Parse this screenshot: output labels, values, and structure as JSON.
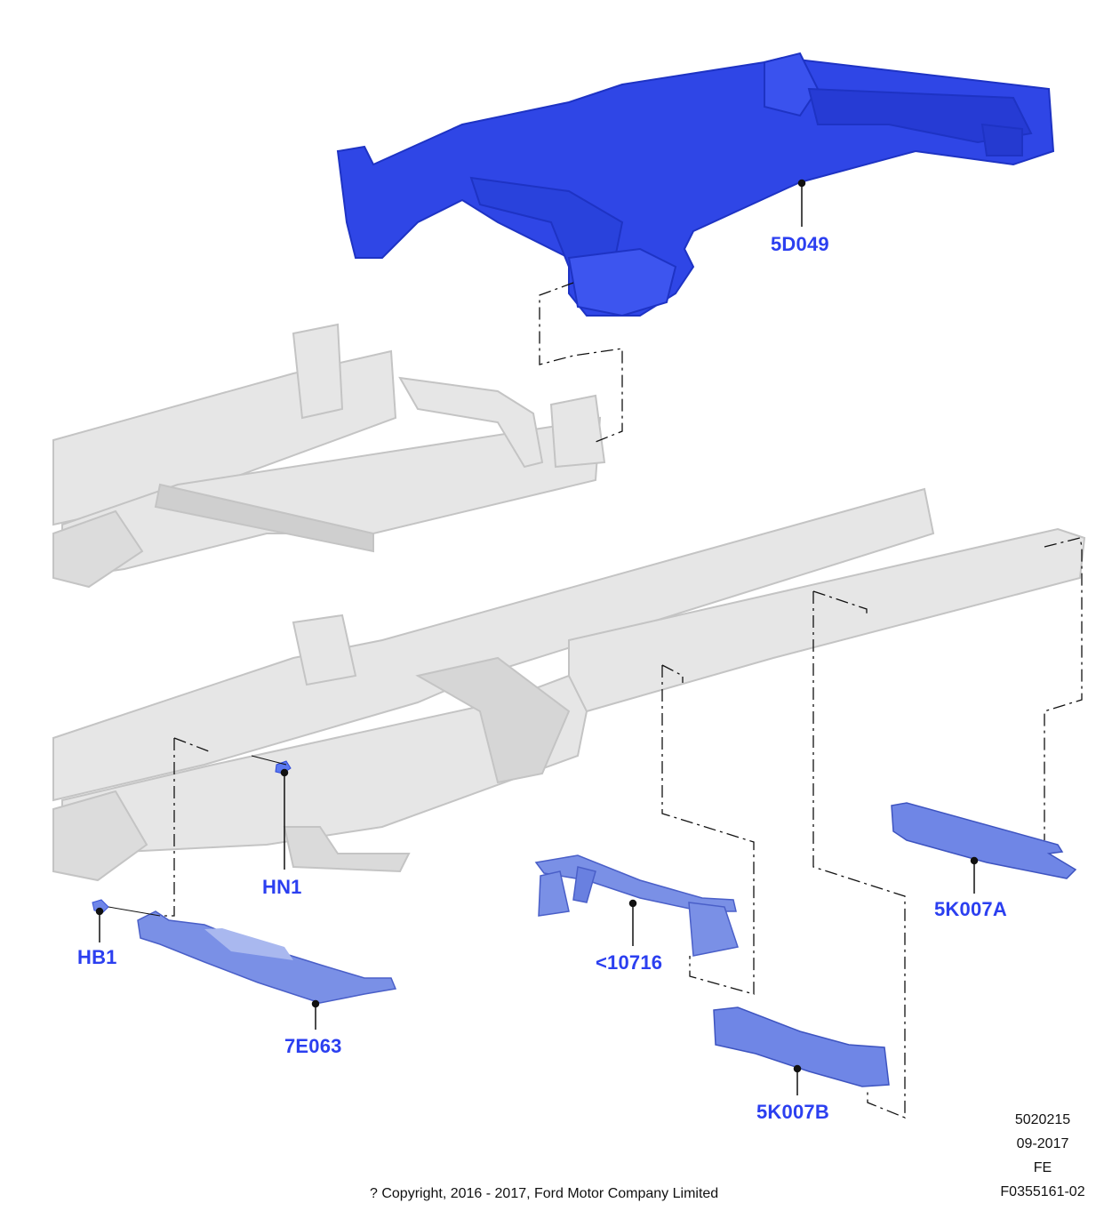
{
  "diagram": {
    "title": "Frame exploded view",
    "colors": {
      "highlight_part": "#2f46e6",
      "highlight_light": "#6f86e8",
      "ghost_frame": "#e4e4e4",
      "ghost_edge": "#b5b5b5",
      "label": "#2b3ff0",
      "leader": "#111111"
    },
    "callouts": [
      {
        "id": "5D049",
        "label": "5D049"
      },
      {
        "id": "HN1",
        "label": "HN1"
      },
      {
        "id": "HB1",
        "label": "HB1"
      },
      {
        "id": "7E063",
        "label": "7E063"
      },
      {
        "id": "10716",
        "label": "<10716"
      },
      {
        "id": "5K007A",
        "label": "5K007A"
      },
      {
        "id": "5K007B",
        "label": "5K007B"
      }
    ]
  },
  "footer": {
    "copyright": "? Copyright, 2016 - 2017, Ford Motor Company Limited",
    "meta": {
      "ref_number": "5020215",
      "date": "09-2017",
      "code": "FE",
      "figure_id": "F0355161-02"
    }
  }
}
